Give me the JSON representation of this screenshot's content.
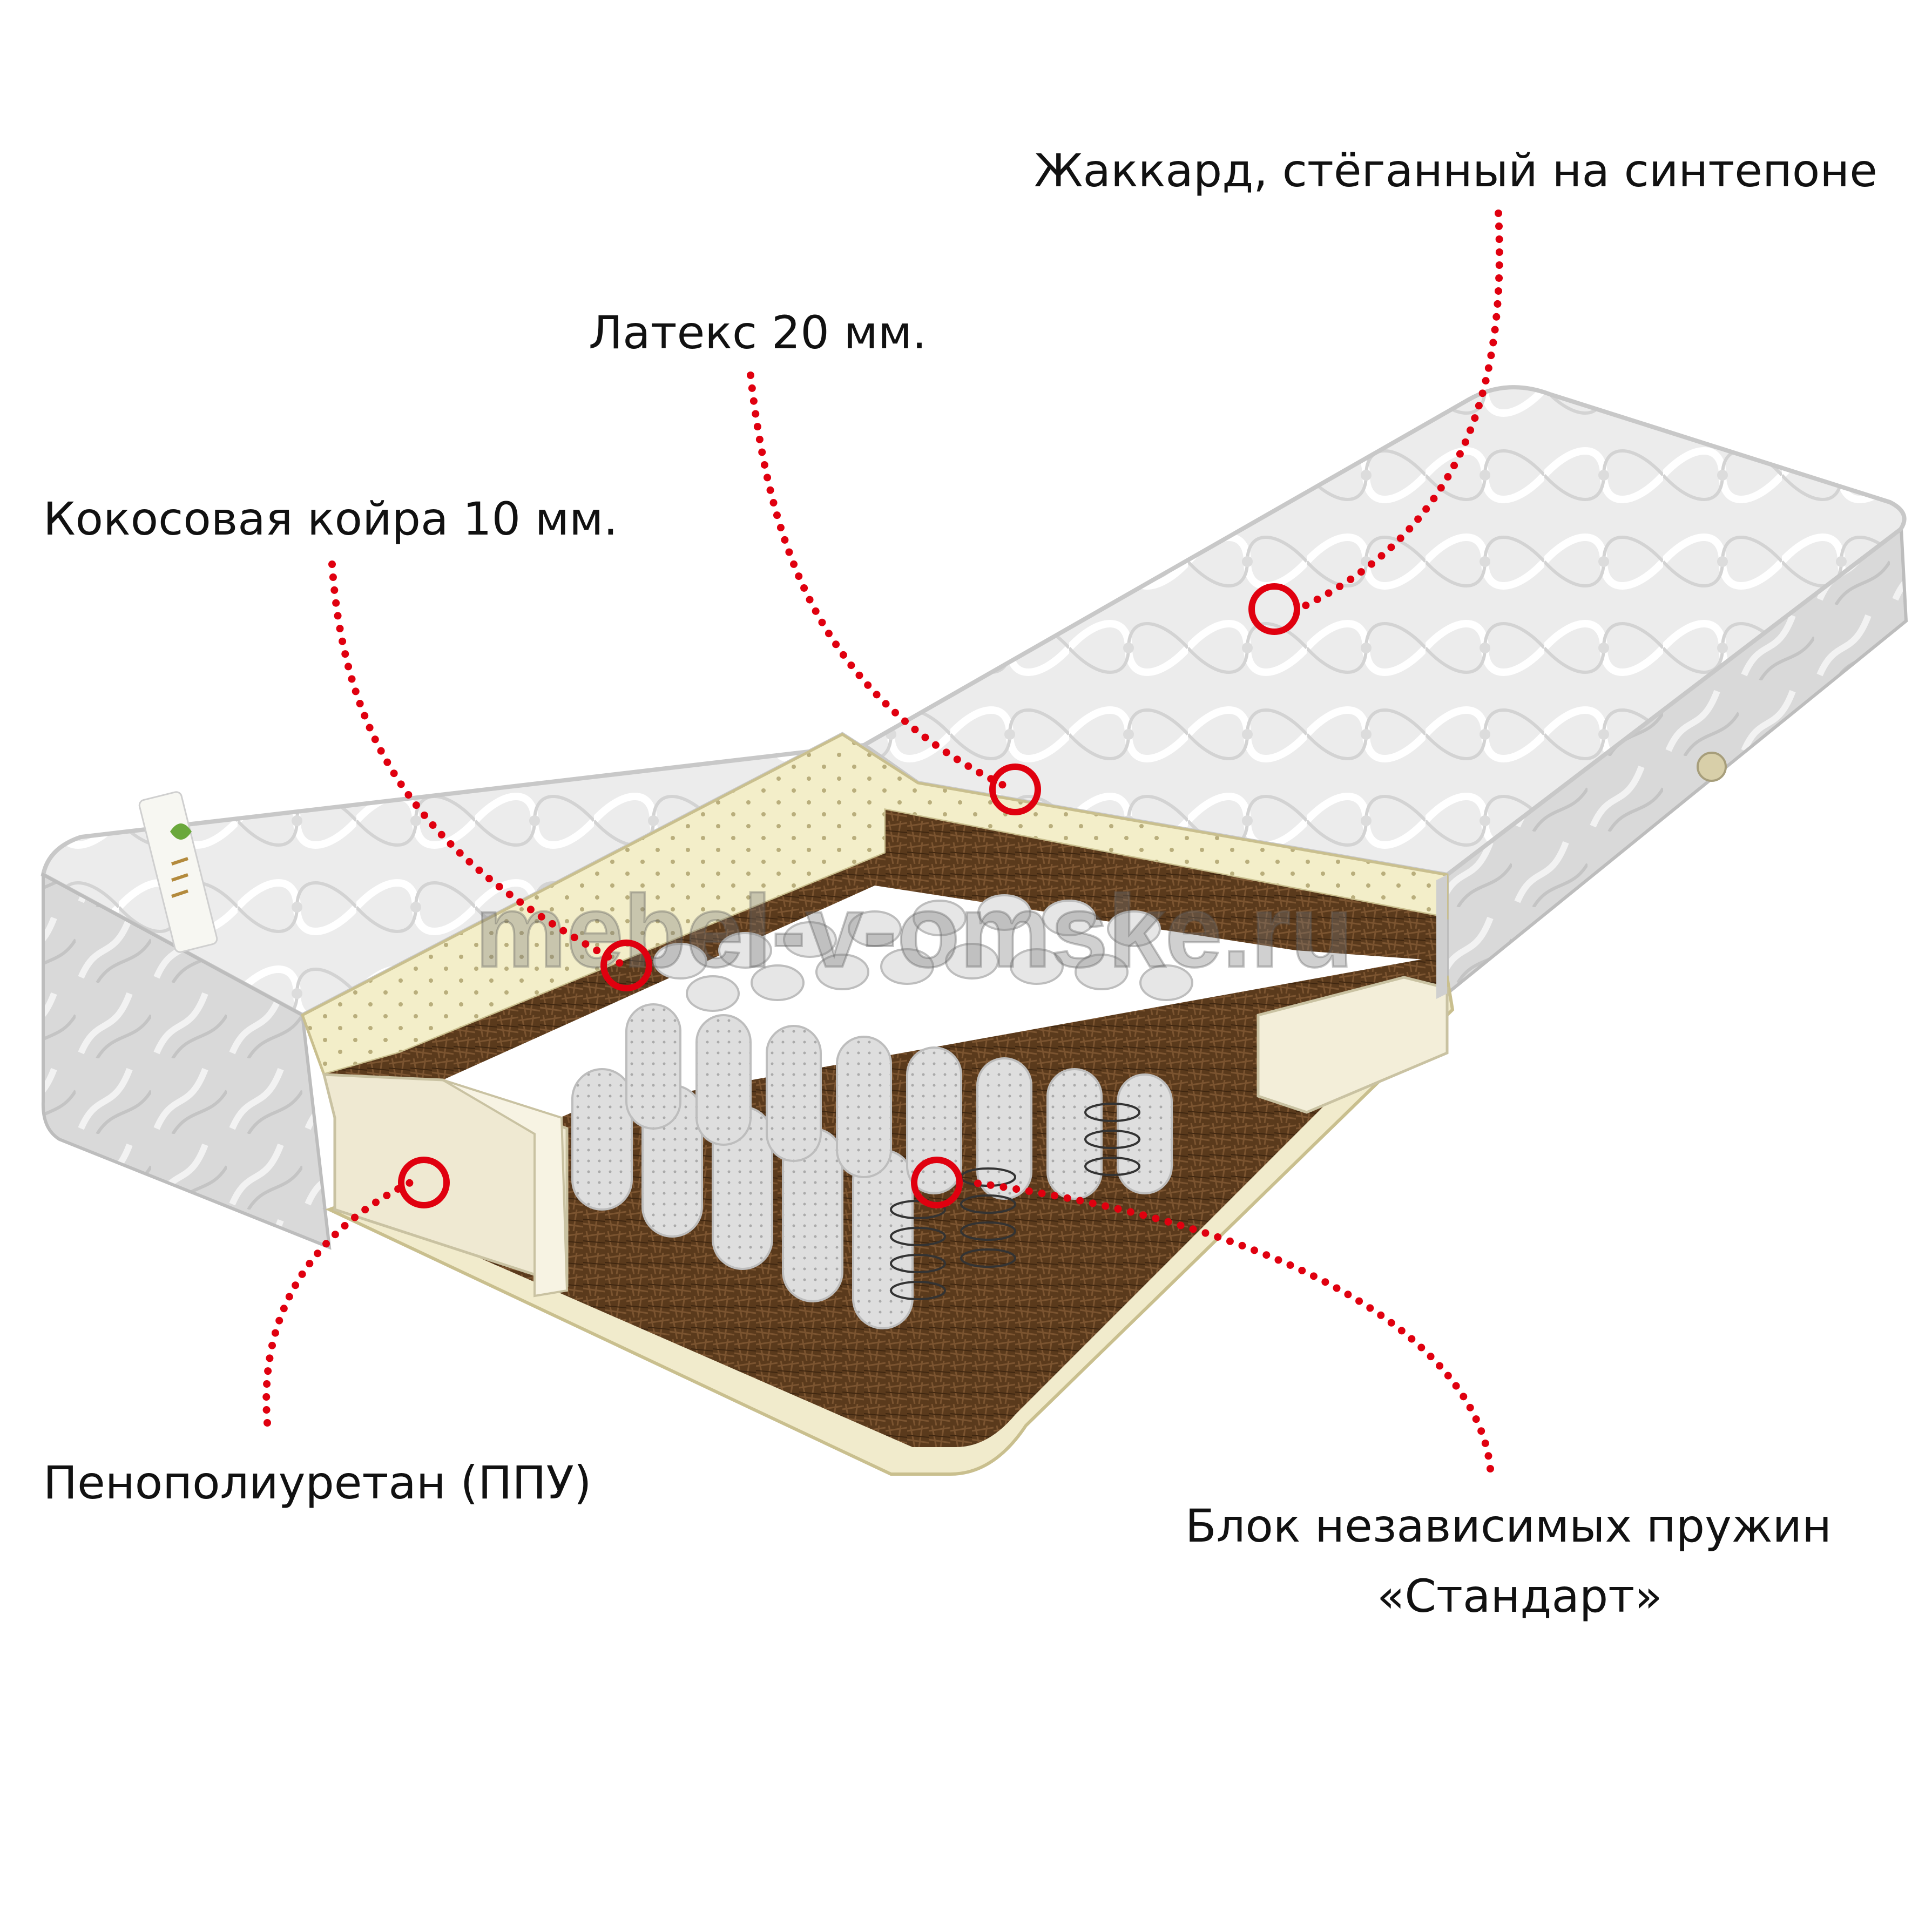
{
  "labels": {
    "jacquard": "Жаккард, стёганный на синтепоне",
    "latex": "Латекс 20 мм.",
    "coir": "Кокосовая койра 10 мм.",
    "foam": "Пенополиуретан (ППУ)",
    "springs_line1": "Блок независимых пружин",
    "springs_line2": "«Стандарт»"
  },
  "watermark": "mebel-v-omske.ru",
  "colors": {
    "accent": "#e0000f",
    "cover": "#e9e9e9",
    "latex": "#f3eec9",
    "foam": "#ece7cf",
    "coir": "#5a3a1c",
    "spring_pocket": "#d8d8d8",
    "text": "#111111"
  },
  "icons": {
    "marker": "circle-marker-icon",
    "brand": "brand-logo-icon"
  }
}
